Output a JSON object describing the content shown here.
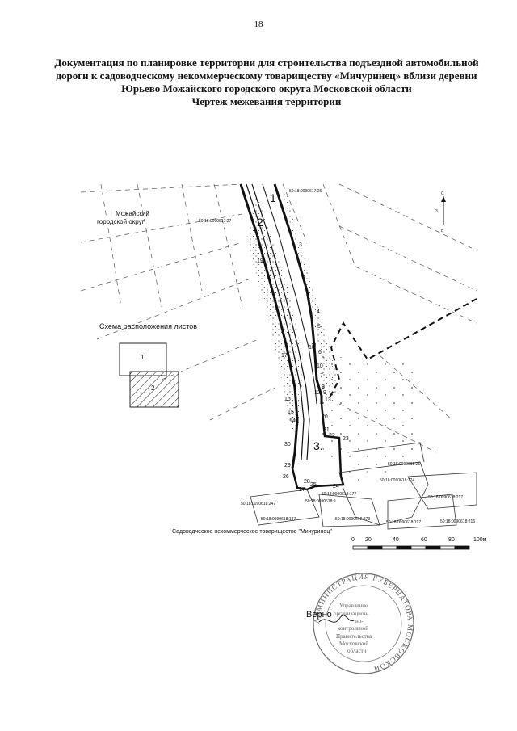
{
  "page_number": "18",
  "title_lines": [
    "Документация по планировке территории для строительства подъездной автомобильной",
    "дороги к садоводческому некоммерческому товариществу «Мичуринец» вблизи деревни",
    "Юрьево Можайского городского округа Московской области",
    "Чертеж межевания территории"
  ],
  "map": {
    "district_label_1": "Можайский",
    "district_label_2": "городской округ",
    "cadastral_top": "50:18:0090617:26",
    "cadastral_left": "50:18:0090617:27",
    "cadastral_right_1": "50:18:0090618:26",
    "cadastral_right_2": "50:18:0090618:174",
    "cadastral_mid_1": "50:18:0090618:177",
    "cadastral_mid_2": "50:18:0090618:9",
    "cadastral_217": "50:18:0090618:217",
    "cadastral_247": "50:18:0090618:247",
    "cadastral_187": "50:18:0090618:187",
    "cadastral_273": "50:18:0090618:273",
    "cadastral_197": "50:18:0090618:197",
    "cadastral_216": "50:18:0090618:216",
    "snt_label": "Садоводческое некоммерческое товарищество \"Мичуринец\"",
    "sheet_scheme_label": "Схема расположения листов",
    "sheet_1": "1",
    "sheet_2": "2",
    "compass_c": "С",
    "compass_3": "3",
    "compass_b": "В",
    "parcel_1": "1",
    "parcel_2": "2",
    "parcel_3": "3.",
    "points": [
      "3",
      "4",
      "5",
      "6",
      "7",
      "8",
      "9",
      "10",
      "11",
      "12",
      "13",
      "14",
      "15",
      "16",
      "17",
      "18",
      "19",
      "20",
      "21",
      "22",
      "23",
      "24",
      "25",
      "26",
      "27",
      "28",
      "29",
      "30"
    ]
  },
  "scale_bar": {
    "ticks": [
      "0",
      "20",
      "40",
      "60",
      "80",
      "100м"
    ]
  },
  "stamp": {
    "ring_text": "АДМИНИСТРАЦИЯ ГУБЕРНАТОРА МОСКОВСКОЙ",
    "inner_lines": [
      "Управление",
      "организацион-",
      "но-",
      "контрольной",
      "Правительства",
      "Московской",
      "области"
    ],
    "verno": "Верно"
  }
}
